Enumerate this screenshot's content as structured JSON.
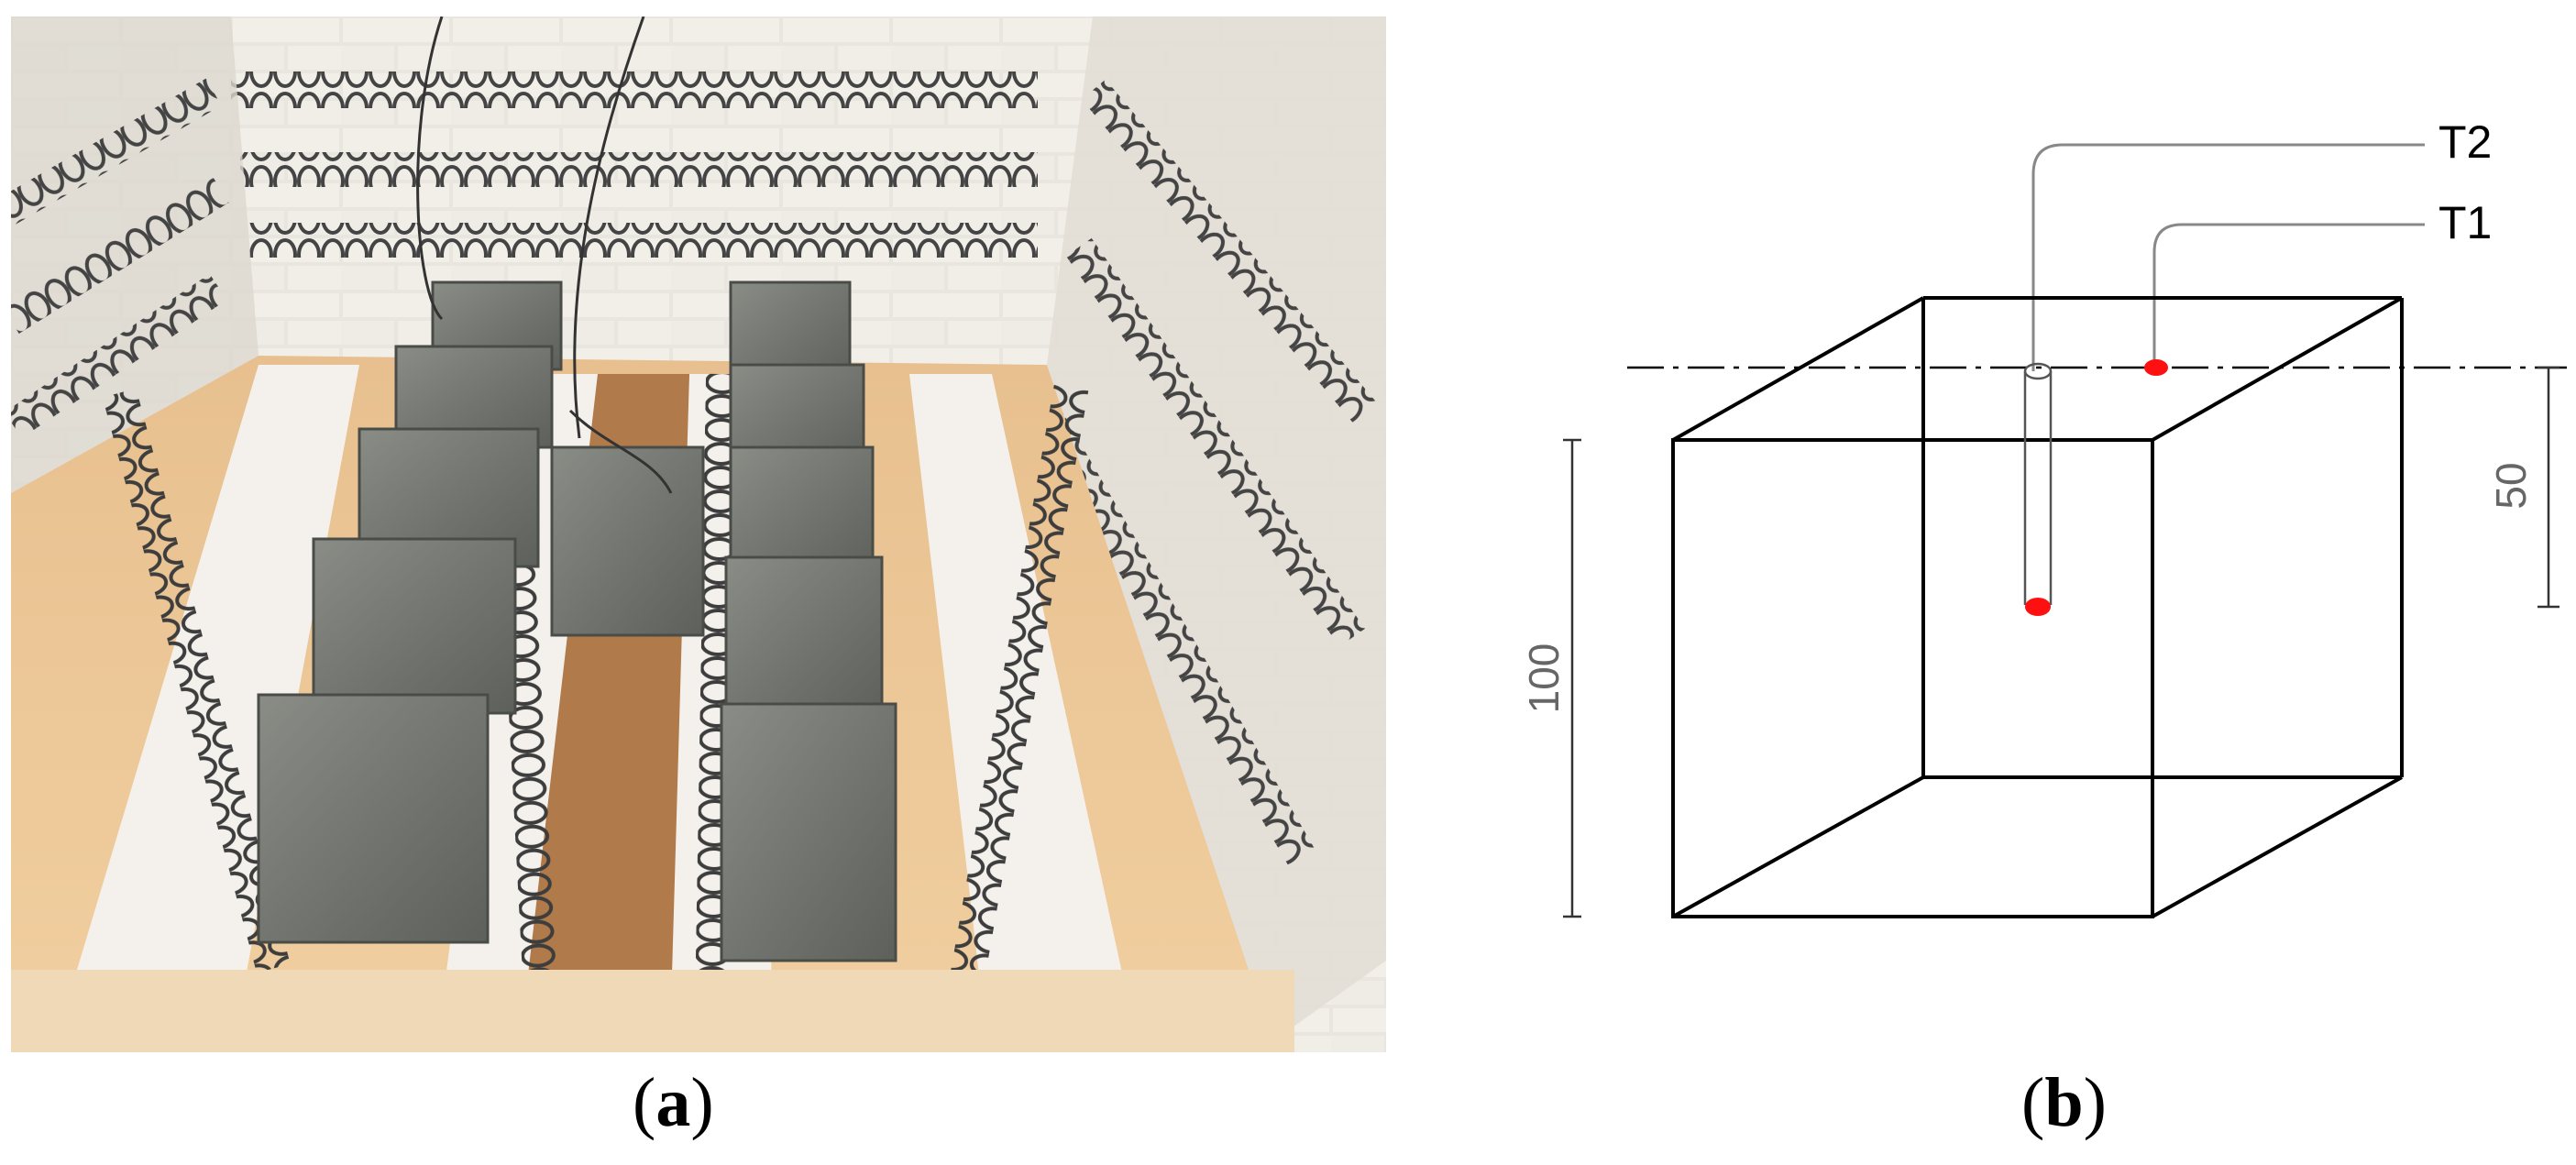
{
  "panel_a": {
    "caption_open": "(",
    "caption_letter": "a",
    "caption_close": ")"
  },
  "panel_b": {
    "caption_open": "(",
    "caption_letter": "b",
    "caption_close": ")",
    "labels": {
      "t2": "T2",
      "t1": "T1"
    },
    "dimensions": {
      "height": "100",
      "depth": "50"
    },
    "colors": {
      "line": "#000000",
      "sensor": "#ff1010",
      "leader": "#888888",
      "dim_text": "#555555"
    }
  }
}
